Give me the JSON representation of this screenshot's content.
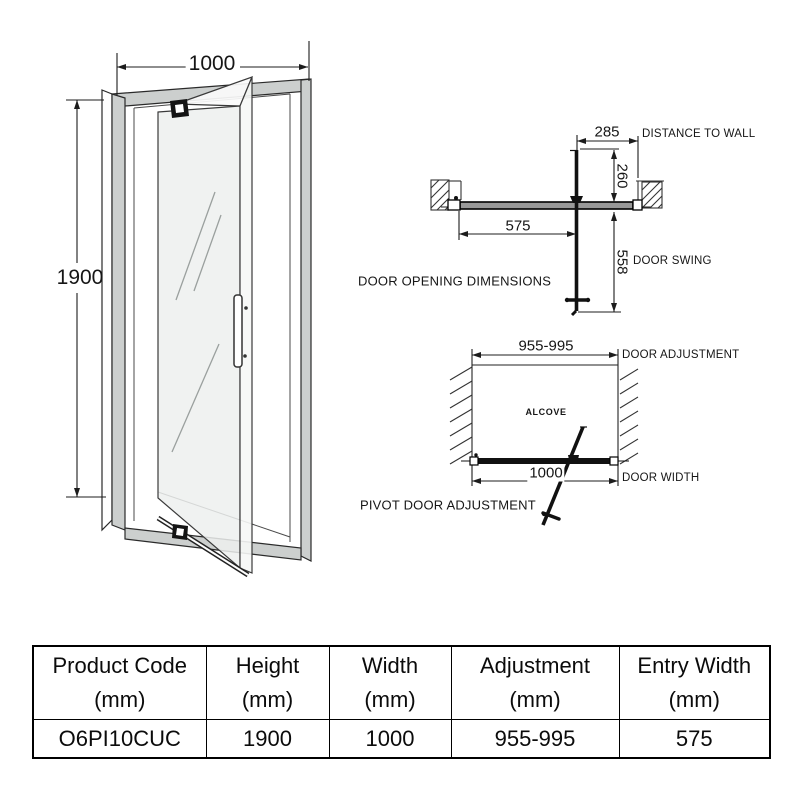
{
  "left_drawing": {
    "description": "perspective illustration of pivot shower door in frame",
    "width_label": "1000",
    "height_label": "1900"
  },
  "door_opening_diagram": {
    "title": "DOOR OPENING DIMENSIONS",
    "distance_to_wall": {
      "value": "285",
      "label": "DISTANCE TO WALL"
    },
    "depth_value": "260",
    "entry_width_value": "575",
    "door_swing": {
      "value": "558",
      "label": "DOOR SWING"
    }
  },
  "pivot_adjustment_diagram": {
    "title": "PIVOT DOOR ADJUSTMENT",
    "adjustment": {
      "value": "955-995",
      "label": "DOOR ADJUSTMENT"
    },
    "alcove_label": "ALCOVE",
    "door_width": {
      "value": "1000",
      "label": "DOOR WIDTH"
    }
  },
  "spec_table": {
    "columns": [
      {
        "title": "Product Code",
        "unit": "(mm)"
      },
      {
        "title": "Height",
        "unit": "(mm)"
      },
      {
        "title": "Width",
        "unit": "(mm)"
      },
      {
        "title": "Adjustment",
        "unit": "(mm)"
      },
      {
        "title": "Entry Width",
        "unit": "(mm)"
      }
    ],
    "rows": [
      [
        "O6PI10CUC",
        "1900",
        "1000",
        "955-995",
        "575"
      ]
    ]
  },
  "colors": {
    "frame_gray": "#cccfce",
    "glass": "#edf0ef",
    "line": "#222222",
    "bar_dark": "#999999"
  }
}
